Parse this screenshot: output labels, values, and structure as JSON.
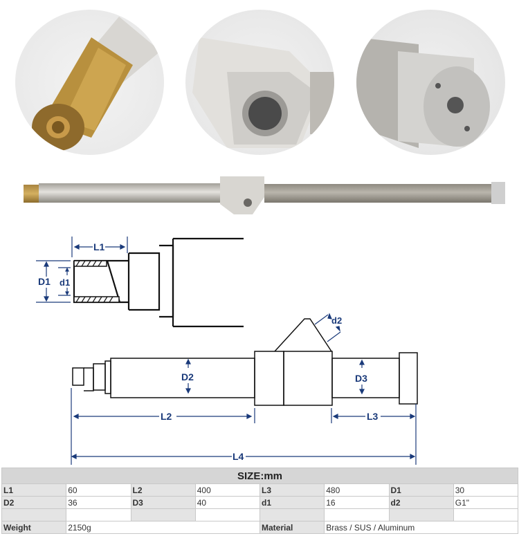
{
  "photos": [
    {
      "name": "brass-collet-closeup",
      "icon": "brass-nozzle-icon"
    },
    {
      "name": "tee-block-thread-port",
      "icon": "threaded-port-icon"
    },
    {
      "name": "end-cap-closeup",
      "icon": "end-cap-icon"
    }
  ],
  "product_photo": {
    "name": "full-assembly-photo"
  },
  "diagram": {
    "detail_labels": {
      "L1": "L1",
      "D1": "D1",
      "d1": "d1"
    },
    "main_labels": {
      "D2": "D2",
      "D3": "D3",
      "d2": "d2",
      "L2": "L2",
      "L3": "L3",
      "L4": "L4"
    },
    "line_color": "#1a3a7a"
  },
  "table": {
    "title": "SIZE:mm",
    "rows": [
      [
        {
          "k": "L1",
          "v": "60"
        },
        {
          "k": "L2",
          "v": "400"
        },
        {
          "k": "L3",
          "v": "480"
        },
        {
          "k": "D1",
          "v": "30"
        }
      ],
      [
        {
          "k": "D2",
          "v": "36"
        },
        {
          "k": "D3",
          "v": "40"
        },
        {
          "k": "d1",
          "v": "16"
        },
        {
          "k": "d2",
          "v": "G1\""
        }
      ],
      [
        {
          "k": "",
          "v": ""
        },
        {
          "k": "",
          "v": ""
        },
        {
          "k": "",
          "v": ""
        },
        {
          "k": "",
          "v": ""
        }
      ]
    ],
    "footer": {
      "weight_label": "Weight",
      "weight_value": "2150g",
      "material_label": "Material",
      "material_value": "Brass / SUS / Aluminum"
    }
  }
}
